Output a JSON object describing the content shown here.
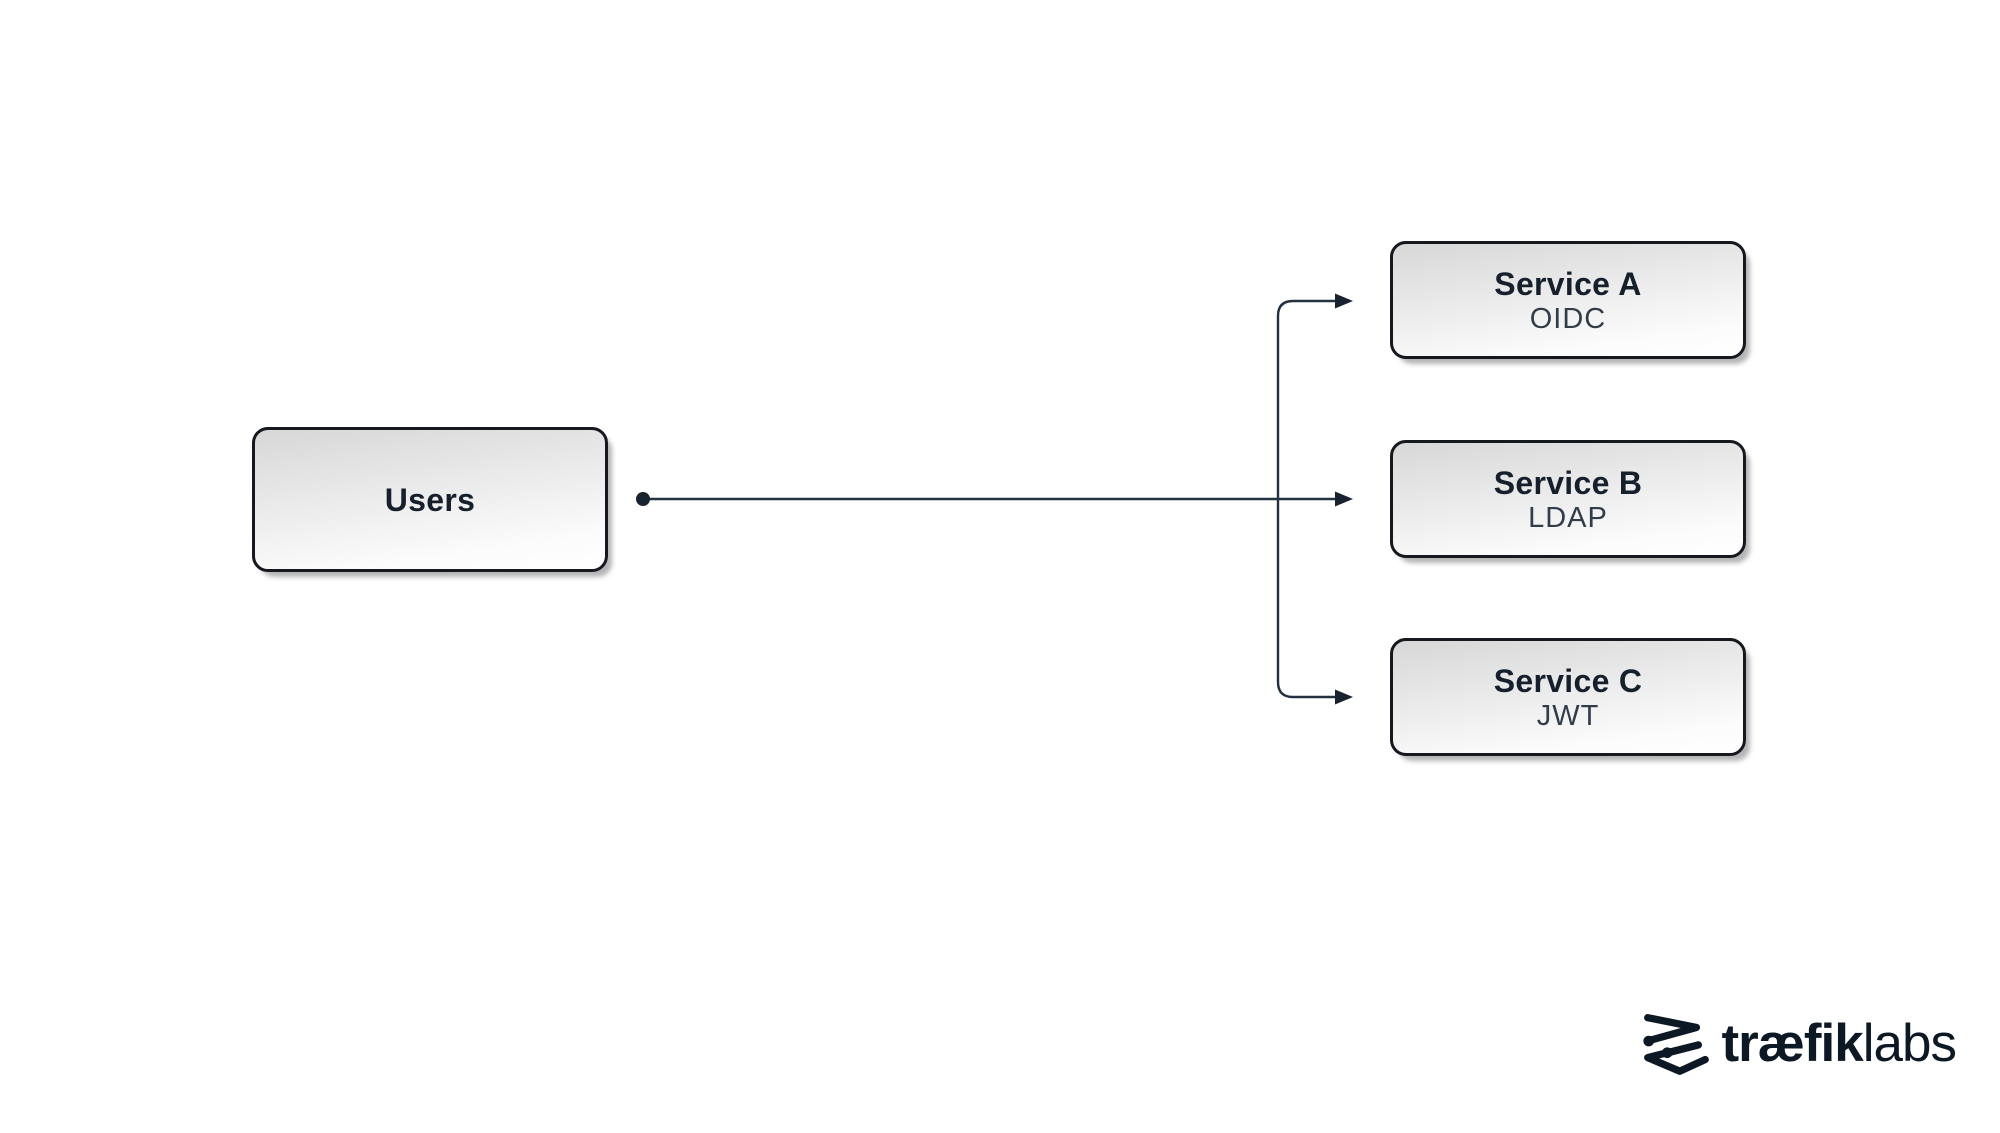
{
  "page": {
    "background": "#ffffff"
  },
  "diagram": {
    "nodes": [
      {
        "id": "users",
        "title": "Users",
        "subtitle": ""
      },
      {
        "id": "service-a",
        "title": "Service A",
        "subtitle": "OIDC"
      },
      {
        "id": "service-b",
        "title": "Service B",
        "subtitle": "LDAP"
      },
      {
        "id": "service-c",
        "title": "Service C",
        "subtitle": "JWT"
      }
    ],
    "edges": [
      {
        "from": "users",
        "to": "service-a"
      },
      {
        "from": "users",
        "to": "service-b"
      },
      {
        "from": "users",
        "to": "service-c"
      }
    ],
    "colors": {
      "node_border": "#15181e",
      "node_fill_top": "#d7d7d7",
      "node_fill_bottom": "#ffffff",
      "title_text": "#16202d",
      "subtitle_text": "#323d4b",
      "connector": "#243140",
      "arrowhead": "#19232f",
      "background": "#ffffff"
    }
  },
  "branding": {
    "logo_icon": "traefik-mark",
    "logo_text_bold": "træfik",
    "logo_text_light": "labs",
    "logo_color": "#0d1825"
  }
}
